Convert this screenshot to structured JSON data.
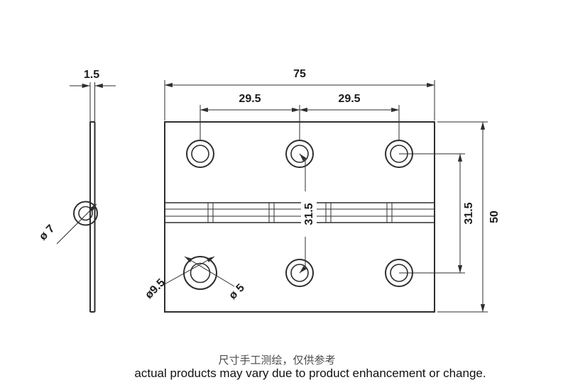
{
  "drawing": {
    "side_view": {
      "thickness_label": "1.5",
      "barrel_dia_label": "ø 7"
    },
    "front_view": {
      "width_label": "75",
      "pitch_left_label": "29.5",
      "pitch_right_label": "29.5",
      "height_label": "50",
      "vpitch_right_label": "31.5",
      "vpitch_mid_label": "31.5",
      "csk_dia_label": "ø9.5",
      "hole_dia_label": "ø 5"
    }
  },
  "footer": {
    "note_cn": "尺寸手工测绘，仅供参考",
    "note_en": "actual products may vary due to product enhancement or change."
  },
  "colors": {
    "line": "#2e2e2e",
    "dim_text": "#1c1c1c",
    "note_cn": "#4a4a4a",
    "note_en": "#111111"
  }
}
